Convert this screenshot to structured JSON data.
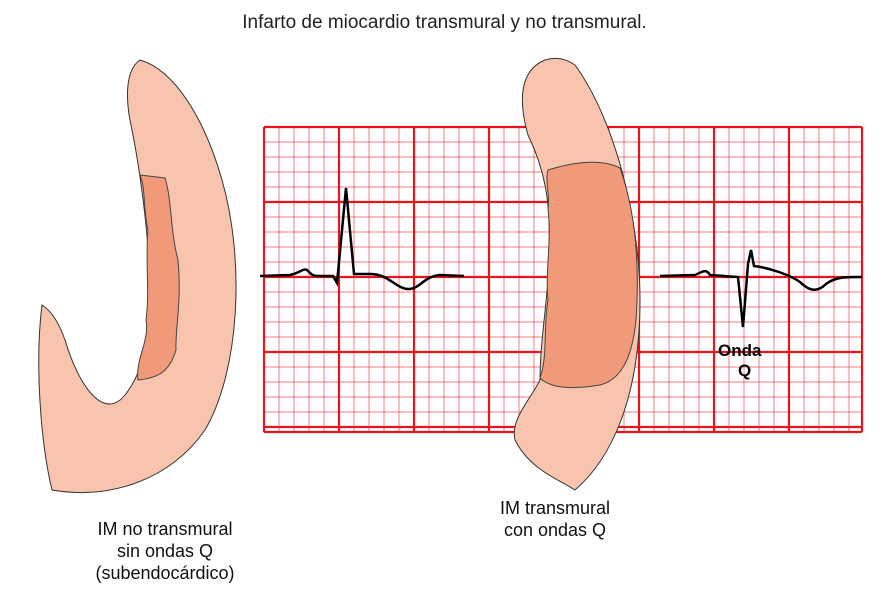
{
  "title": "Infarto de miocardio transmural y no transmural.",
  "left_caption": [
    "IM no transmural",
    "sin ondas Q",
    "(subendocárdico)"
  ],
  "right_caption": [
    "IM transmural",
    "con ondas Q"
  ],
  "q_wave_label": [
    "Onda",
    "Q"
  ],
  "colors": {
    "grid": "#e8141e",
    "tissue": "#f9c4ad",
    "infarct": "#f19a7a",
    "trace": "#000000"
  }
}
